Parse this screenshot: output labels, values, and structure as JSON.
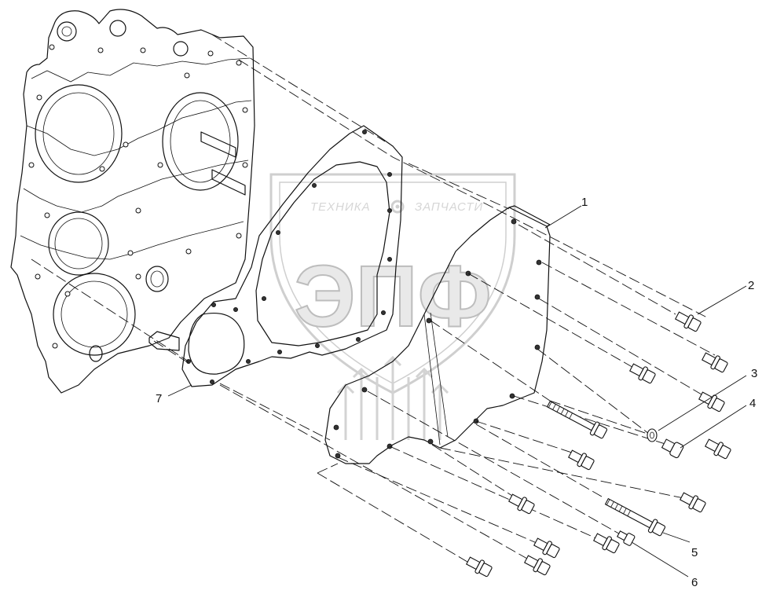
{
  "watermark": {
    "top_left_text": "ТЕХНИКА",
    "top_right_text": "ЗАПЧАСТИ",
    "big_text": "ЭПФ"
  },
  "callouts": [
    {
      "id": "1",
      "text": "1"
    },
    {
      "id": "2",
      "text": "2"
    },
    {
      "id": "3",
      "text": "3"
    },
    {
      "id": "4",
      "text": "4"
    },
    {
      "id": "5",
      "text": "5"
    },
    {
      "id": "6",
      "text": "6"
    },
    {
      "id": "7",
      "text": "7"
    }
  ],
  "icons": {
    "gear": "gear-icon"
  }
}
